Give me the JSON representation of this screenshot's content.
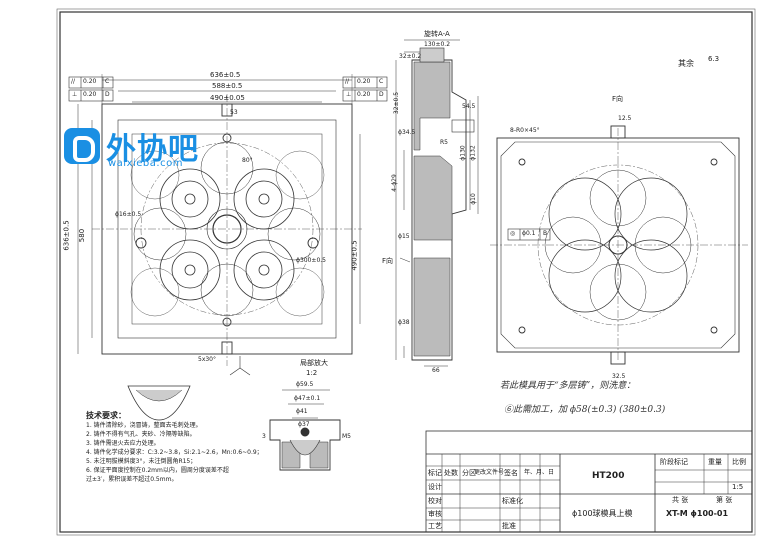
{
  "roughness_all": "其余",
  "roughness_value": "6.3",
  "gdt_left": [
    {
      "symbol": "//",
      "value": "0.20",
      "datum": "C"
    },
    {
      "symbol": "⊥",
      "value": "0.20",
      "datum": "D"
    }
  ],
  "gdt_right": [
    {
      "symbol": "//",
      "value": "0.20",
      "datum": "C"
    },
    {
      "symbol": "⊥",
      "value": "0.20",
      "datum": "D"
    }
  ],
  "dims_top": [
    "636±0.5",
    "588±0.5",
    "490±0.05"
  ],
  "dims_left": [
    "636±0.5",
    "580",
    "490±0.5"
  ],
  "dims_plan": [
    "53",
    "80°",
    "ϕ16±0.5",
    "ϕ300±0.5",
    "5x30°"
  ],
  "section_label": "旋转A-A",
  "section_dims": [
    "130±0.2",
    "32±0.2",
    "32±0.5",
    "54.5",
    "ϕ130",
    "ϕ132",
    "R5",
    "ϕ34.5",
    "4-ϕ29",
    "ϕ10",
    "ϕ15",
    "ϕ38",
    "66"
  ],
  "view_f": "F向",
  "view_f_dims": [
    "8-R0×45°",
    "12.5",
    "32.5"
  ],
  "gdt_view": {
    "symbol": "◎",
    "value": "ϕ0.1",
    "datum": "B"
  },
  "arrow_f": "F向",
  "detail_label": "局部放大",
  "detail_scale": "1:2",
  "detail_dims": [
    "ϕ59.5",
    "ϕ47±0.1",
    "ϕ41",
    "ϕ37",
    "3",
    "M5"
  ],
  "handwritten_1": "若此模具用于“多层铸”，则洗意：",
  "handwritten_2": "⑥此需加工，加 ϕ58(±0.3)  (380±0.3)",
  "tech_title": "技术要求：",
  "tech_items": [
    "1. 铸件清除砂，浇冒铸，整面去毛刺处理。",
    "2. 铸件不得有气孔、夹砂、冷隔等缺陷。",
    "3. 铸件需退火去应力处理。",
    "4. 铸件化学成分要求：C:3.2~3.8，Si:2.1~2.6，Mn:0.6~0.9；",
    "5. 未注明拔模斜度3°，未注倒圆角R15；",
    "6. 保证平面度控制在0.2mm以内，圆周分度误差不超",
    "   过±3′，累积误差不超过0.5mm。"
  ],
  "title_block": {
    "material": "HT200",
    "name": "ϕ100球模具上模",
    "drawing_no": "XT-M ϕ100-01",
    "stage_label": "阶段标记",
    "weight_label": "重量",
    "scale_label": "比例",
    "scale_value": "1:5",
    "sheets_label": "共 张",
    "sheet_label": "第 张",
    "row_labels": [
      "标记",
      "处数",
      "分区",
      "更改文件号",
      "签名",
      "年、月、日"
    ],
    "sign_labels": [
      "设计",
      "校对",
      "审核",
      "工艺",
      "批准"
    ],
    "std_label": "标准化"
  },
  "watermark": {
    "name": "外协吧",
    "url": "waixieba.com"
  }
}
